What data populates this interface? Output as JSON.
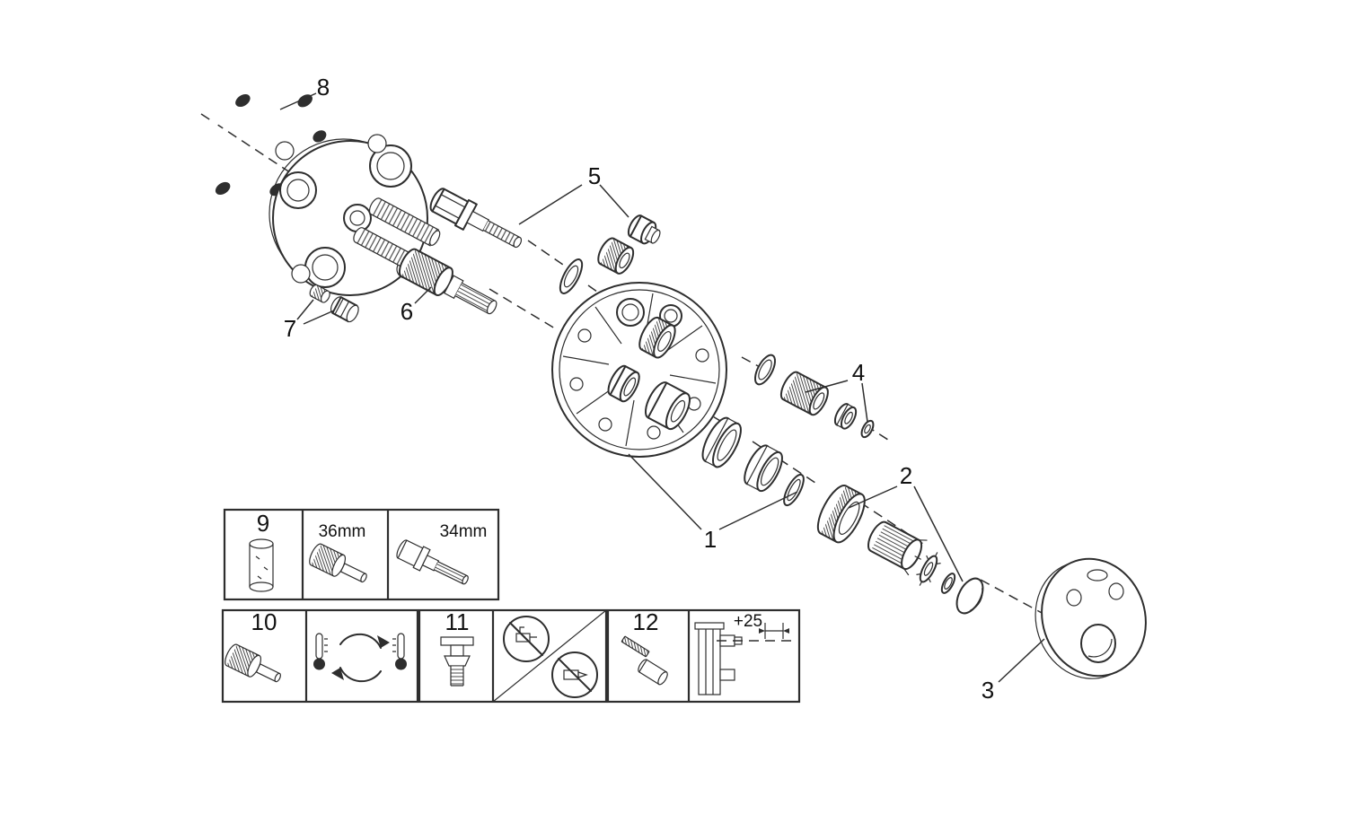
{
  "diagram": {
    "type": "exploded-parts-diagram",
    "callouts": {
      "c1": "1",
      "c2": "2",
      "c3": "3",
      "c4": "4",
      "c5": "5",
      "c6": "6",
      "c7": "7",
      "c8": "8",
      "c9": "9",
      "c10": "10",
      "c11": "11",
      "c12": "12"
    },
    "dims": {
      "d36": "36mm",
      "d34": "34mm",
      "offset": "+25"
    },
    "colors": {
      "line": "#2e2e2e",
      "background": "#ffffff"
    }
  }
}
